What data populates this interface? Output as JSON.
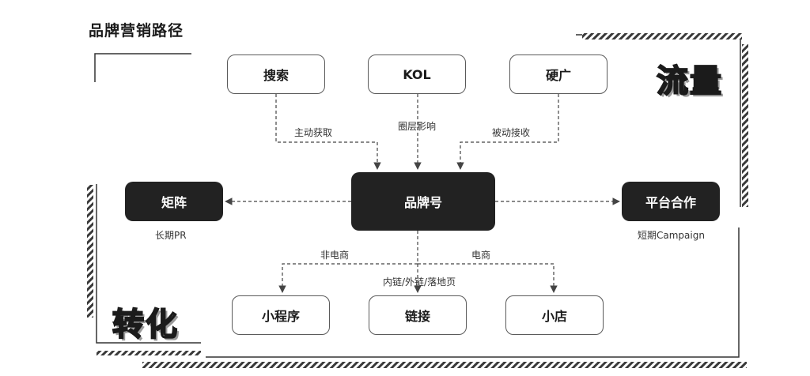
{
  "title": "品牌营销路径",
  "sources": {
    "search": "搜索",
    "kol": "KOL",
    "hard_ad": "硬广"
  },
  "center": "品牌号",
  "left_node": {
    "label": "矩阵",
    "caption": "长期PR"
  },
  "right_node": {
    "label": "平台合作",
    "caption": "短期Campaign"
  },
  "edge_labels": {
    "active": "主动获取",
    "circle": "圈层影响",
    "passive": "被动接收",
    "non_ecommerce": "非电商",
    "ecommerce": "电商",
    "links": "内链/外链/落地页"
  },
  "targets": {
    "mini_program": "小程序",
    "link": "链接",
    "shop": "小店"
  },
  "corner_labels": {
    "traffic": "流量",
    "conversion": "转化"
  }
}
